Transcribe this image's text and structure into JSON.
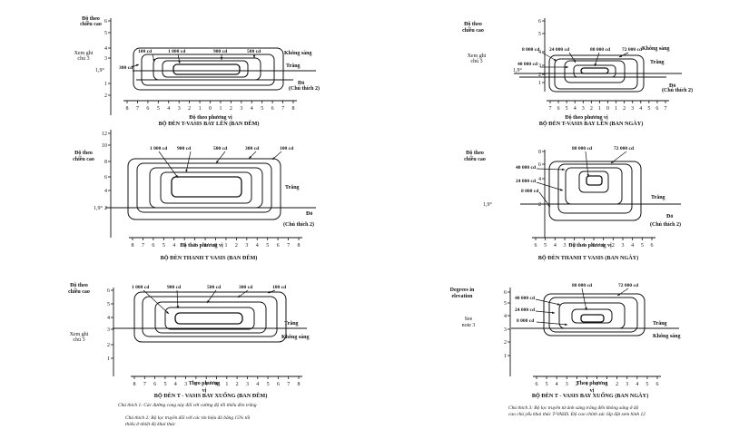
{
  "panels": [
    {
      "id": "left-top",
      "ylabel": [
        "Độ theo",
        "chiều cao"
      ],
      "title": "BỘ ĐÈN T-VASIS BAY LÊN (BAN ĐÊM)",
      "xlabel": "Độ theo phương vị",
      "xticks": [
        "8",
        "7",
        "6",
        "5",
        "4",
        "3",
        "2",
        "1",
        "0",
        "1",
        "2",
        "3",
        "4",
        "5",
        "6",
        "7",
        "8"
      ],
      "yticks": [
        "1",
        "2",
        "3",
        "4",
        "5",
        "6"
      ],
      "left_notes": [
        "Xem ghi",
        "chú 3"
      ],
      "angle_label": "1,9°",
      "intensities": [
        "100 cd",
        "1 000 cd",
        "900 cd",
        "500 cd",
        "300 cd"
      ],
      "right_labels": [
        "Không sáng",
        "Trắng",
        "Đỏ",
        "(Chú thích 2)"
      ]
    },
    {
      "id": "right-top",
      "ylabel": [
        "Độ theo",
        "chiều cao"
      ],
      "title": "BỘ ĐÈN T-VASIS BAY LÊN (BAN NGÀY)",
      "xlabel": "Độ theo phương vị",
      "xticks": [
        "7",
        "6",
        "5",
        "4",
        "3",
        "2",
        "1",
        "0",
        "1",
        "2",
        "3",
        "4",
        "5",
        "6",
        "7"
      ],
      "yticks": [
        "1",
        "2",
        "3",
        "4",
        "5",
        "6"
      ],
      "left_notes": [
        "Xem ghi",
        "chú 3"
      ],
      "angle_label": "1,9°",
      "intensities": [
        "8 000 cd",
        "24 000 cd",
        "80 000 cd",
        "72 000 cd",
        "40 000 cd"
      ],
      "right_labels": [
        "Không sáng",
        "Trắng",
        "Đỏ",
        "(Chú thích 2)"
      ]
    },
    {
      "id": "left-middle",
      "ylabel": [
        "Độ theo",
        "chiều cao"
      ],
      "title": "BỘ ĐÈN THANH T VASIS (BAN ĐÊM)",
      "xlabel": "Độ theo phương vị",
      "xticks": [
        "8",
        "7",
        "6",
        "5",
        "4",
        "3",
        "2",
        "1",
        "0",
        "1",
        "2",
        "3",
        "4",
        "5",
        "6",
        "7",
        "8"
      ],
      "yticks": [
        "2",
        "4",
        "6",
        "8",
        "10",
        "12"
      ],
      "angle_label": "1,9°",
      "intensities": [
        "1 000 cd",
        "900 cd",
        "500 cd",
        "300 cd",
        "100 cd"
      ],
      "right_labels": [
        "Trắng",
        "Đỏ",
        "(Chú thích 2)"
      ]
    },
    {
      "id": "right-middle",
      "ylabel": [
        "Độ theo",
        "chiều cao"
      ],
      "title": "BỘ ĐÈN THANH T VASIS (BAN NGÀY)",
      "xlabel": "Độ theo phương vị",
      "xticks": [
        "6",
        "5",
        "4",
        "3",
        "2",
        "1",
        "0",
        "1",
        "2",
        "3",
        "4",
        "5",
        "6"
      ],
      "yticks": [
        "2",
        "4",
        "6",
        "8"
      ],
      "angle_label": "1,9°",
      "intensities": [
        "80 000 cd",
        "72 000 cd",
        "40 000 cd",
        "24 000 cd",
        "8 000 cd"
      ],
      "right_labels": [
        "Trắng",
        "Đỏ",
        "(Chú thích 2)"
      ]
    },
    {
      "id": "left-bottom",
      "ylabel": [
        "Độ theo",
        "chiều cao"
      ],
      "title": "BỘ ĐÈN T - VASIS BAY XUỐNG (BAN ĐÊM)",
      "xlabel": [
        "Theo phương",
        "vị"
      ],
      "xticks": [
        "8",
        "7",
        "6",
        "5",
        "4",
        "3",
        "2",
        "1",
        "0",
        "1",
        "2",
        "3",
        "4",
        "5",
        "6",
        "7",
        "8"
      ],
      "yticks": [
        "1",
        "2",
        "3",
        "4",
        "5",
        "6"
      ],
      "left_notes": [
        "Xem ghi",
        "chú 3"
      ],
      "intensities": [
        "1 000 cd",
        "900 cd",
        "500 cd",
        "300 cd",
        "100 cd"
      ],
      "right_labels": [
        "Trắng",
        "Không sáng"
      ]
    },
    {
      "id": "right-bottom",
      "ylabel": [
        "Degrees in",
        "elevation"
      ],
      "title": "BỘ ĐÈN T - VASIS BAY XUỐNG (BAN NGÀY)",
      "xlabel": [
        "Theo phương",
        "vị"
      ],
      "xticks": [
        "6",
        "5",
        "4",
        "3",
        "2",
        "1",
        "0",
        "1",
        "2",
        "3",
        "4",
        "5",
        "6"
      ],
      "yticks": [
        "1",
        "2",
        "3",
        "4",
        "5",
        "6"
      ],
      "left_notes": [
        "See",
        "note 3"
      ],
      "intensities": [
        "80 000 cd",
        "72 000 cd",
        "40 000 cd",
        "24 000 cd",
        "8 000 cd"
      ],
      "right_labels": [
        "Trắng",
        "Không sáng"
      ]
    }
  ],
  "notes": {
    "note1": "Chú thích 1: Các đường cong này đối với cường độ tối thiểu đèn trắng",
    "note2": [
      "Chú thích 2: Bộ lọc truyền đối với các tín hiệu đỏ bằng 15% tối",
      "thiểu ở nhiệt độ khai thác"
    ],
    "note3": [
      "Chú thích 3: Bộ lọc truyền từ ánh sáng trắng đến không sáng ở độ",
      "cao chủ yếu khai thác T-VASIS. Độ cao chính xác lắp đặt xem hình 12"
    ]
  }
}
